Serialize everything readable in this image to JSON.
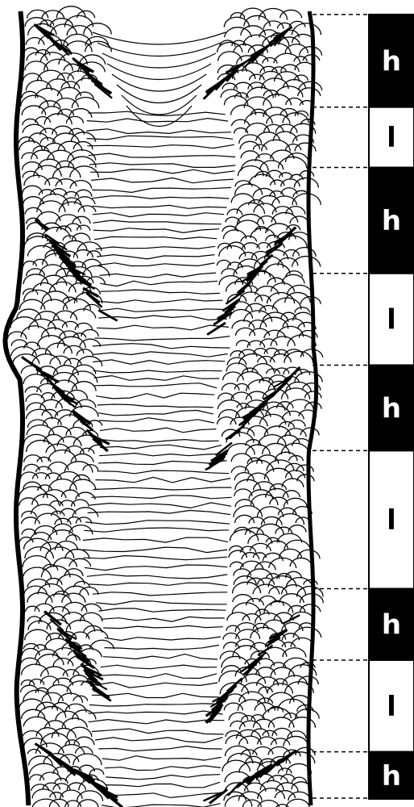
{
  "bands": [
    {
      "label": "h",
      "kind": "high",
      "start": 0.0,
      "end": 0.118
    },
    {
      "label": "l",
      "kind": "low",
      "start": 0.118,
      "end": 0.195
    },
    {
      "label": "h",
      "kind": "high",
      "start": 0.195,
      "end": 0.33
    },
    {
      "label": "l",
      "kind": "low",
      "start": 0.33,
      "end": 0.447
    },
    {
      "label": "h",
      "kind": "high",
      "start": 0.447,
      "end": 0.556
    },
    {
      "label": "l",
      "kind": "low",
      "start": 0.556,
      "end": 0.732
    },
    {
      "label": "h",
      "kind": "high",
      "start": 0.732,
      "end": 0.823
    },
    {
      "label": "l",
      "kind": "low",
      "start": 0.823,
      "end": 0.94
    },
    {
      "label": "h",
      "kind": "high",
      "start": 0.94,
      "end": 1.0
    }
  ],
  "colors": {
    "high_fill": "#000000",
    "low_fill": "#ffffff",
    "high_text": "#ffffff",
    "low_text": "#000000",
    "ink": "#000000",
    "paper": "#ffffff"
  }
}
